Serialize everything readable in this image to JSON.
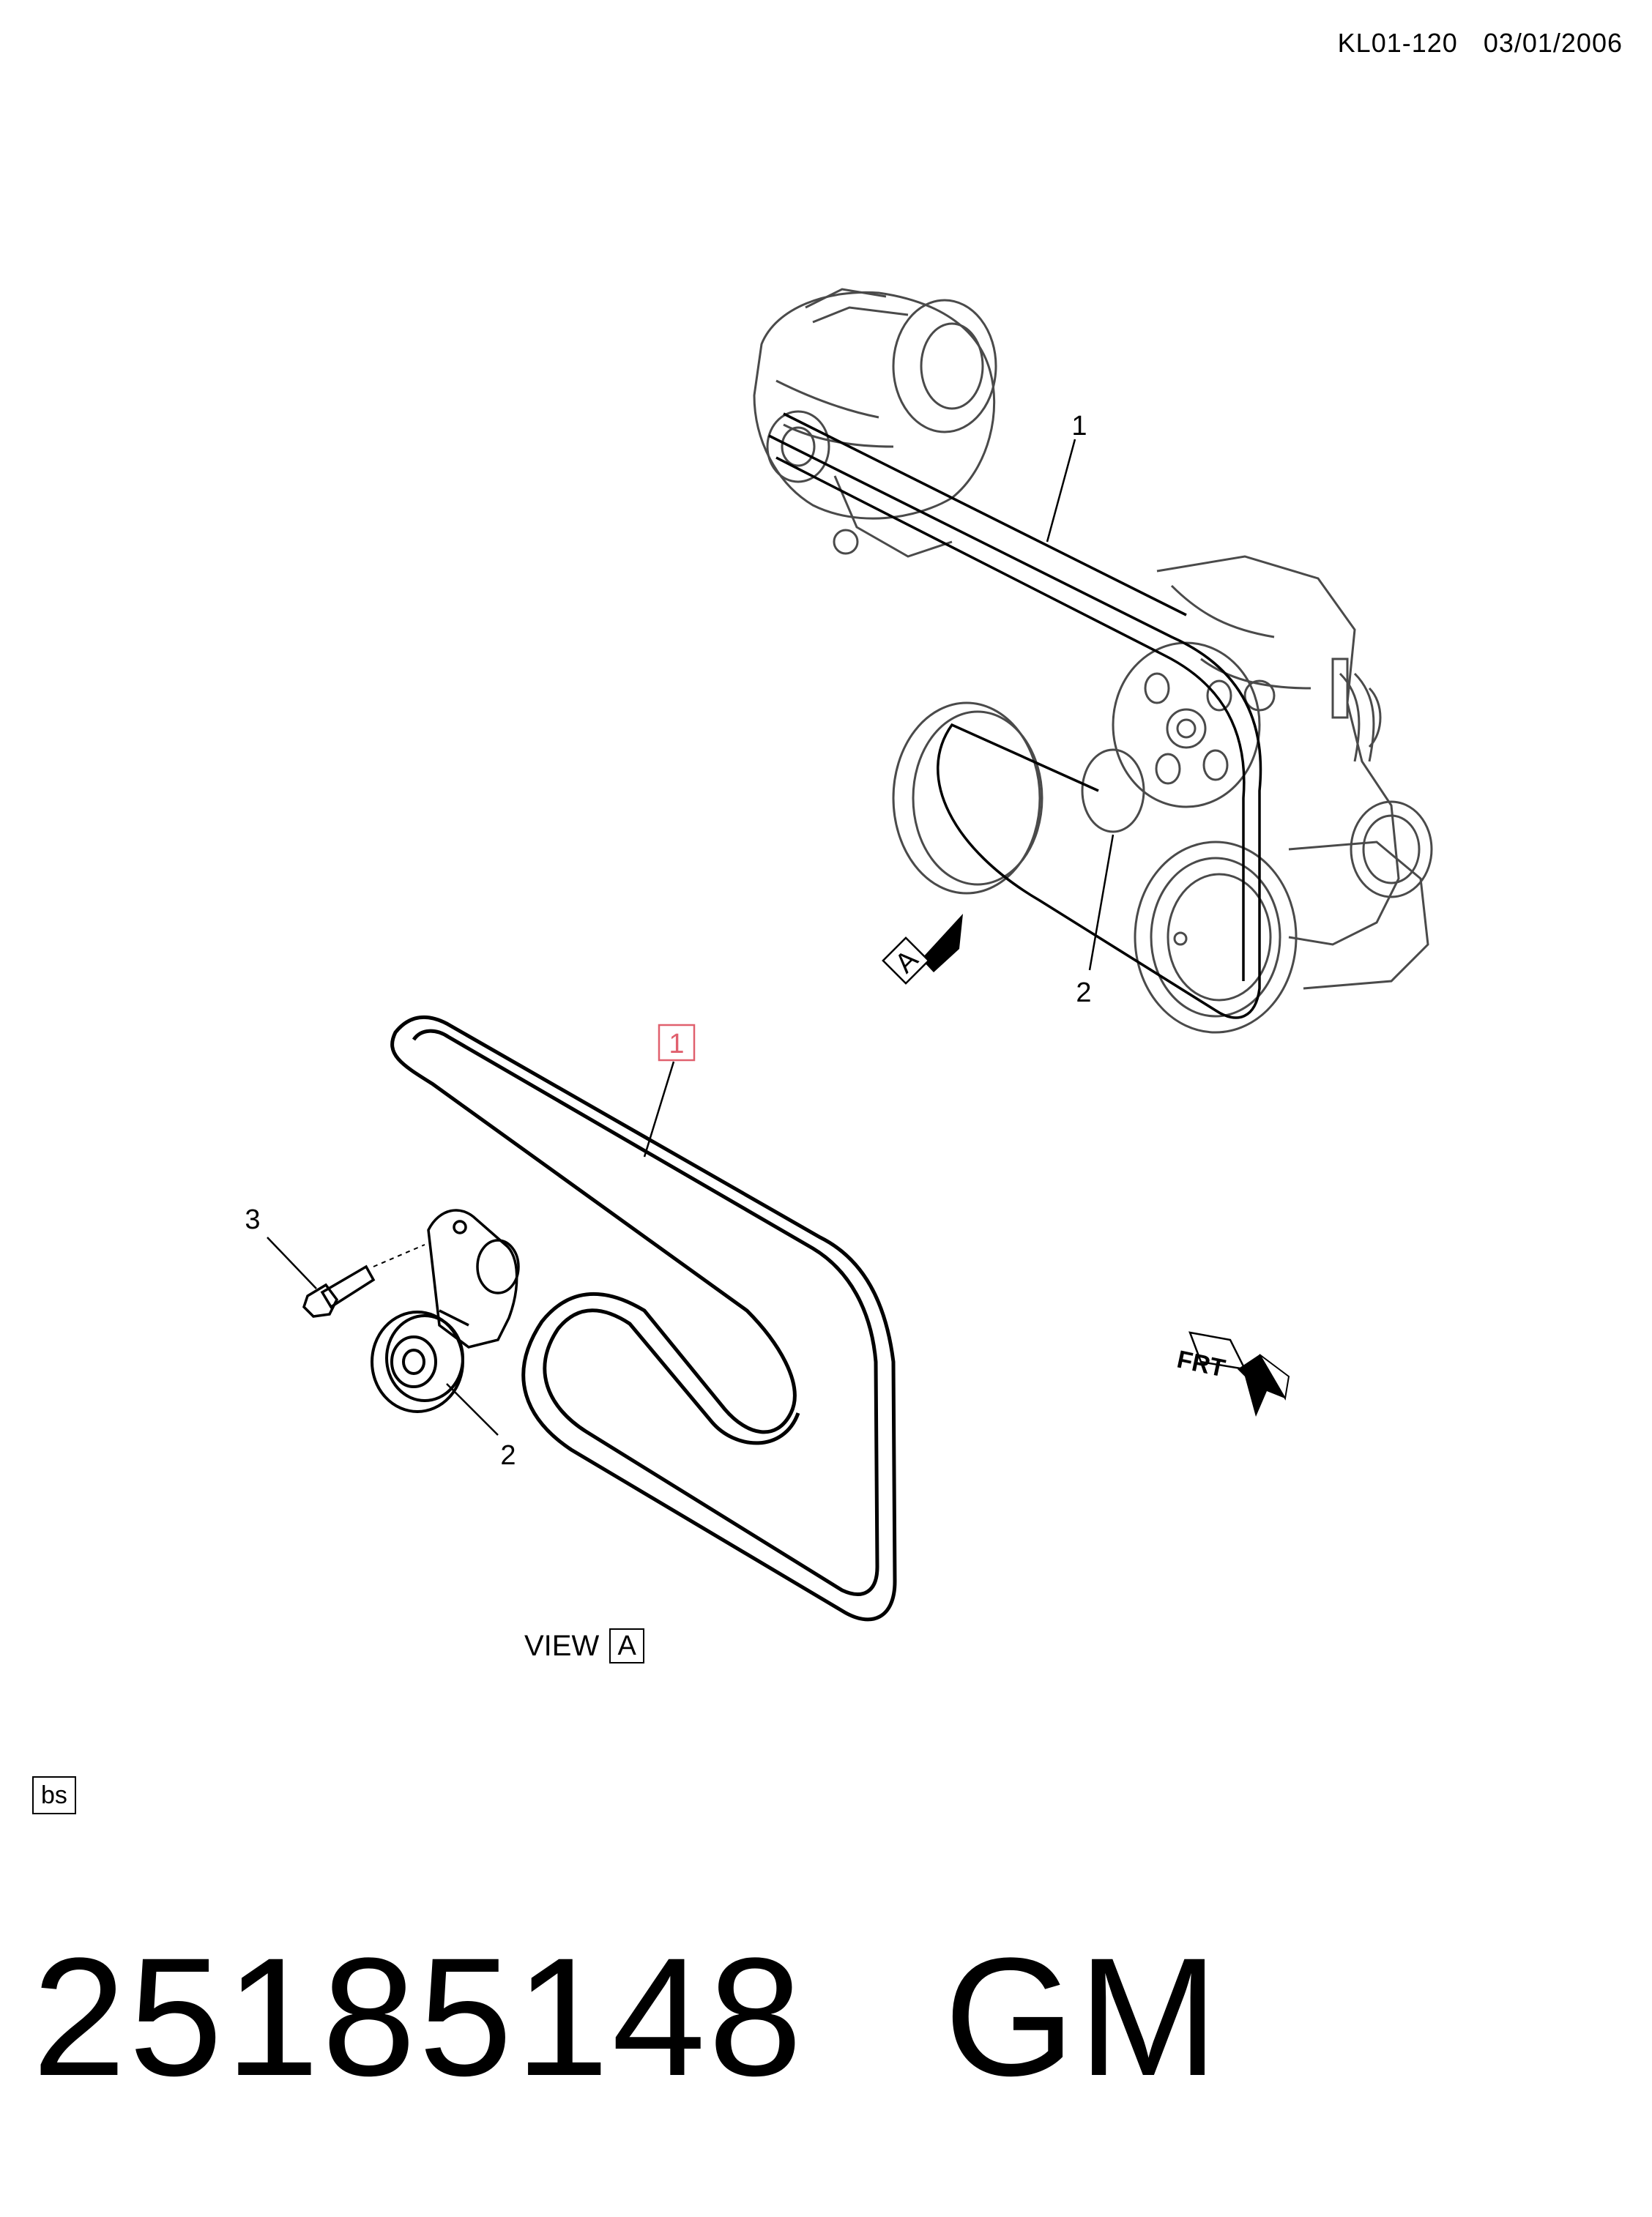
{
  "header": {
    "code": "KL01-120",
    "date": "03/01/2006"
  },
  "callouts": {
    "belt_upper": "1",
    "tensioner_upper": "2",
    "belt_view": "1",
    "bolt": "3",
    "tensioner_view": "2"
  },
  "view_marker": {
    "letter": "A"
  },
  "view_caption": {
    "word": "VIEW",
    "letter": "A"
  },
  "front_marker": "FRT",
  "note_box": "bs",
  "footer": {
    "part_number": "25185148",
    "brand": "GM"
  },
  "colors": {
    "line": "#000000",
    "engine_line": "#4a4a4a",
    "highlight_box": "#e0606e",
    "background": "#ffffff"
  }
}
